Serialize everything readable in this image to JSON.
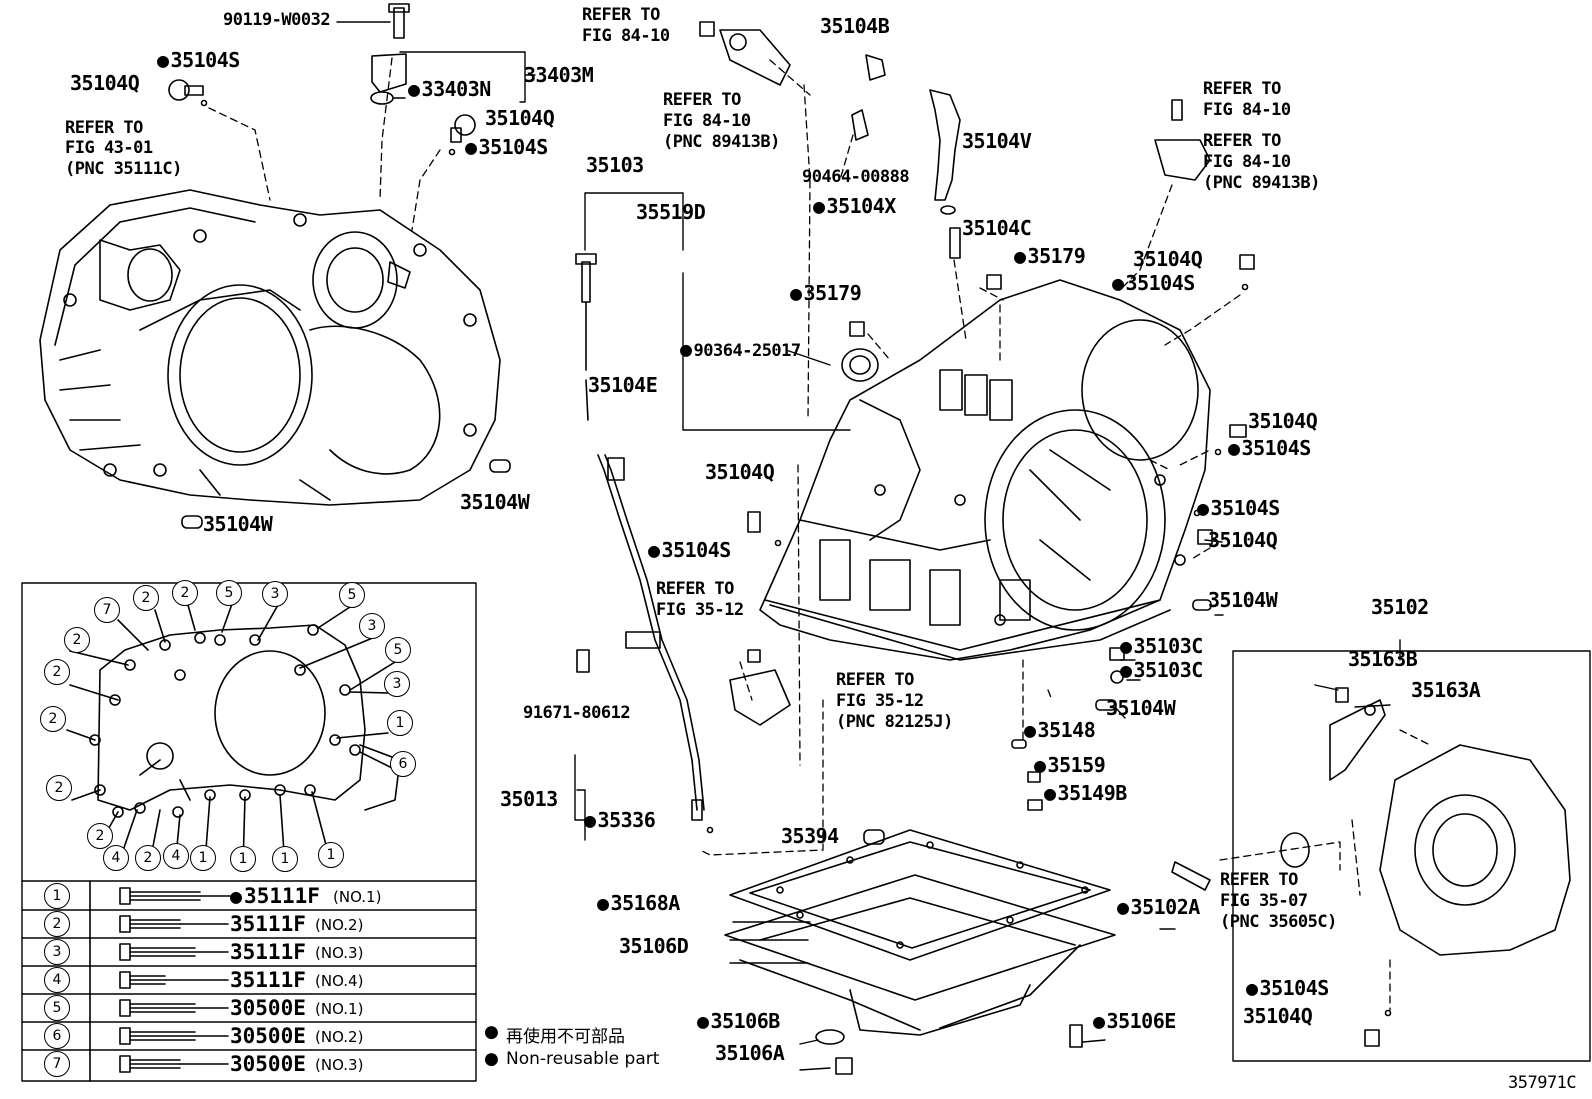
{
  "figure_id": "357971C",
  "callouts": {
    "p90119_w0032": "90119-W0032",
    "p35104s_a": "35104S",
    "p35104q_a": "35104Q",
    "p33403n": "33403N",
    "p33403m": "33403M",
    "p35104q_b": "35104Q",
    "p35104s_b": "35104S",
    "refer_43_01_l1": "REFER TO",
    "refer_43_01_l2": "FIG 43-01",
    "refer_43_01_l3": "(PNC 35111C)",
    "p35104w_a": "35104W",
    "p35104w_b": "35104W",
    "refer_84_10_a_l1": "REFER TO",
    "refer_84_10_a_l2": "FIG 84-10",
    "refer_84_10_b_l1": "REFER TO",
    "refer_84_10_b_l2": "FIG 84-10",
    "refer_84_10_b_l3": "(PNC 89413B)",
    "p35104b": "35104B",
    "p90464_00888": "90464-00888",
    "p35104v": "35104V",
    "p35104x": "35104X",
    "p35104c": "35104C",
    "refer_84_10_c_l1": "REFER TO",
    "refer_84_10_c_l2": "FIG 84-10",
    "refer_84_10_d_l1": "REFER TO",
    "refer_84_10_d_l2": "FIG 84-10",
    "refer_84_10_d_l3": "(PNC 89413B)",
    "p35103": "35103",
    "p35519d": "35519D",
    "p35179_a": "35179",
    "p35179_b": "35179",
    "p35104q_c": "35104Q",
    "p35104s_c": "35104S",
    "p90364_25017": "90364-25017",
    "p35104e": "35104E",
    "p35104q_d": "35104Q",
    "p35104s_d": "35104S",
    "p35104q_e": "35104Q",
    "p35104s_e": "35104S",
    "p35104s_f": "35104S",
    "p35104q_f": "35104Q",
    "p35104w_c": "35104W",
    "refer_35_12_a_l1": "REFER TO",
    "refer_35_12_a_l2": "FIG 35-12",
    "refer_35_12_b_l1": "REFER TO",
    "refer_35_12_b_l2": "FIG 35-12",
    "refer_35_12_b_l3": "(PNC 82125J)",
    "p91671_80612": "91671-80612",
    "p35103c_a": "35103C",
    "p35103c_b": "35103C",
    "p35104w_d": "35104W",
    "p35148": "35148",
    "p35159": "35159",
    "p35149b": "35149B",
    "p35013": "35013",
    "p35336": "35336",
    "p35394": "35394",
    "p35168a": "35168A",
    "p35106d": "35106D",
    "p35106b": "35106B",
    "p35106a": "35106A",
    "p35106e": "35106E",
    "p35102a": "35102A",
    "p35102": "35102",
    "p35163b": "35163B",
    "p35163a": "35163A",
    "refer_35_07_l1": "REFER TO",
    "refer_35_07_l2": "FIG 35-07",
    "refer_35_07_l3": "(PNC 35605C)",
    "p35104s_g": "35104S",
    "p35104q_g": "35104Q"
  },
  "bolt_table": [
    {
      "num": "1",
      "part": "35111F",
      "note": "(NO.1)",
      "non_reusable": true
    },
    {
      "num": "2",
      "part": "35111F",
      "note": "(NO.2)",
      "non_reusable": false
    },
    {
      "num": "3",
      "part": "35111F",
      "note": "(NO.3)",
      "non_reusable": false
    },
    {
      "num": "4",
      "part": "35111F",
      "note": "(NO.4)",
      "non_reusable": false
    },
    {
      "num": "5",
      "part": "30500E",
      "note": "(NO.1)",
      "non_reusable": false
    },
    {
      "num": "6",
      "part": "30500E",
      "note": "(NO.2)",
      "non_reusable": false
    },
    {
      "num": "7",
      "part": "30500E",
      "note": "(NO.3)",
      "non_reusable": false
    }
  ],
  "inset_callouts": [
    "7",
    "2",
    "2",
    "5",
    "3",
    "5",
    "2",
    "3",
    "2",
    "5",
    "3",
    "2",
    "1",
    "6",
    "2",
    "2",
    "4",
    "2",
    "4",
    "1",
    "1",
    "1",
    "1"
  ],
  "legend": {
    "line_jp": "再使用不可部品",
    "line_en": "Non-reusable part"
  }
}
